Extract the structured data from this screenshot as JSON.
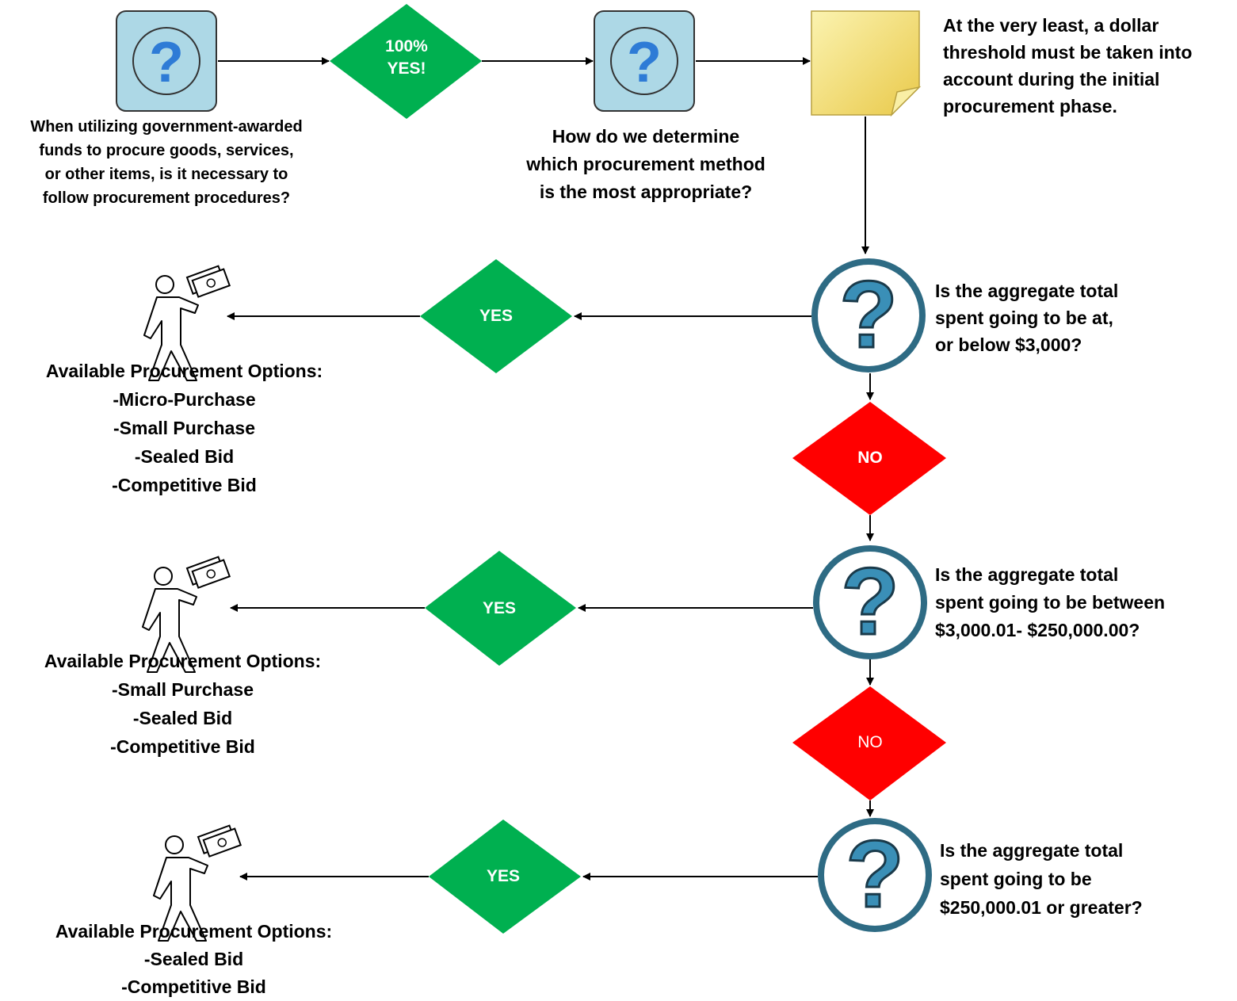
{
  "colors": {
    "yes_diamond": "#00B050",
    "no_diamond": "#FF0000",
    "question_box_fill": "#ADD8E6",
    "question_mark": "#2E7BD6",
    "decision_circle_border": "#2E6B84",
    "decision_circle_mark": "#3A8FB7",
    "note_fill": "#F5E47A",
    "arrow": "#000000"
  },
  "top_row": {
    "question1": {
      "icon": "question-mark-icon",
      "lines": [
        "When utilizing government-awarded",
        "funds to procure goods, services,",
        "or other items, is it necessary to",
        "follow procurement procedures?"
      ]
    },
    "answer_diamond": {
      "lines": [
        "100%",
        "YES!"
      ]
    },
    "question2": {
      "icon": "question-mark-icon",
      "lines": [
        "How do we determine",
        "which procurement method",
        "is the most appropriate?"
      ]
    },
    "note": {
      "icon": "sticky-note-icon",
      "lines": [
        "At the very least, a dollar",
        "threshold must be taken into",
        "account during the initial",
        "procurement phase."
      ]
    }
  },
  "decisions": [
    {
      "question_lines": [
        "Is the aggregate total",
        "spent going to be at,",
        "or below $3,000?"
      ],
      "yes_label": "YES",
      "no_label": "NO",
      "options_heading": "Available Procurement Options:",
      "options": [
        "-Micro-Purchase",
        "-Small Purchase",
        "-Sealed Bid",
        "-Competitive Bid"
      ]
    },
    {
      "question_lines": [
        "Is the aggregate total",
        "spent going to be between",
        "$3,000.01- $250,000.00?"
      ],
      "yes_label": "YES",
      "no_label": "NO",
      "options_heading": "Available Procurement Options:",
      "options": [
        "-Small Purchase",
        "-Sealed Bid",
        "-Competitive Bid"
      ]
    },
    {
      "question_lines": [
        "Is the aggregate total",
        "spent going to be",
        "$250,000.01 or greater?"
      ],
      "yes_label": "YES",
      "options_heading": "Available Procurement Options:",
      "options": [
        "-Sealed Bid",
        "-Competitive Bid"
      ]
    }
  ]
}
